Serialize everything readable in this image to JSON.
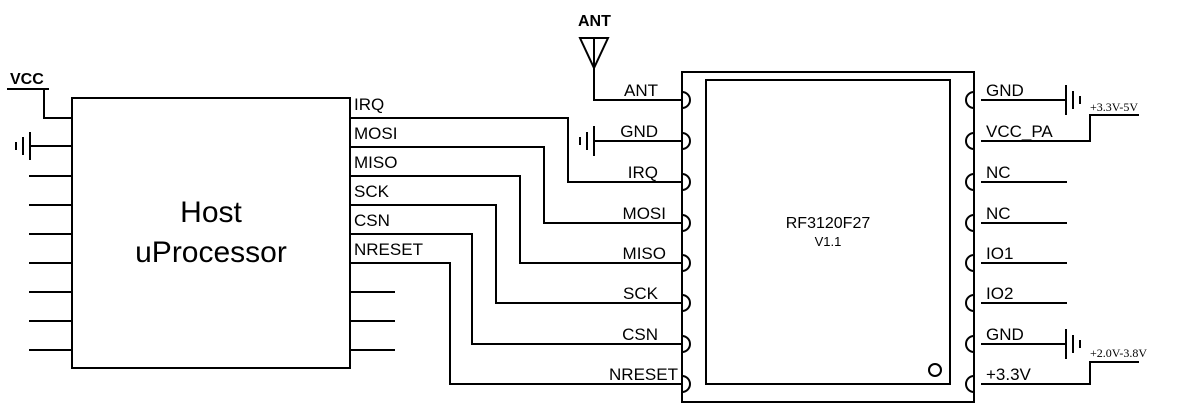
{
  "labels": {
    "vcc": "VCC",
    "antenna": "ANT",
    "host_line1": "Host",
    "host_line2": "uProcessor",
    "chip_name": "RF3120F27",
    "chip_version": "V1.1"
  },
  "host_pins": [
    "IRQ",
    "MOSI",
    "MISO",
    "SCK",
    "CSN",
    "NRESET"
  ],
  "module_left_pins": [
    "ANT",
    "GND",
    "IRQ",
    "MOSI",
    "MISO",
    "SCK",
    "CSN",
    "NRESET"
  ],
  "module_right_pins": [
    "GND",
    "VCC_PA",
    "NC",
    "NC",
    "IO1",
    "IO2",
    "GND",
    "+3.3V"
  ],
  "supplies": {
    "pa_supply": "+3.3V-5V",
    "main_supply": "+2.0V-3.8V"
  }
}
